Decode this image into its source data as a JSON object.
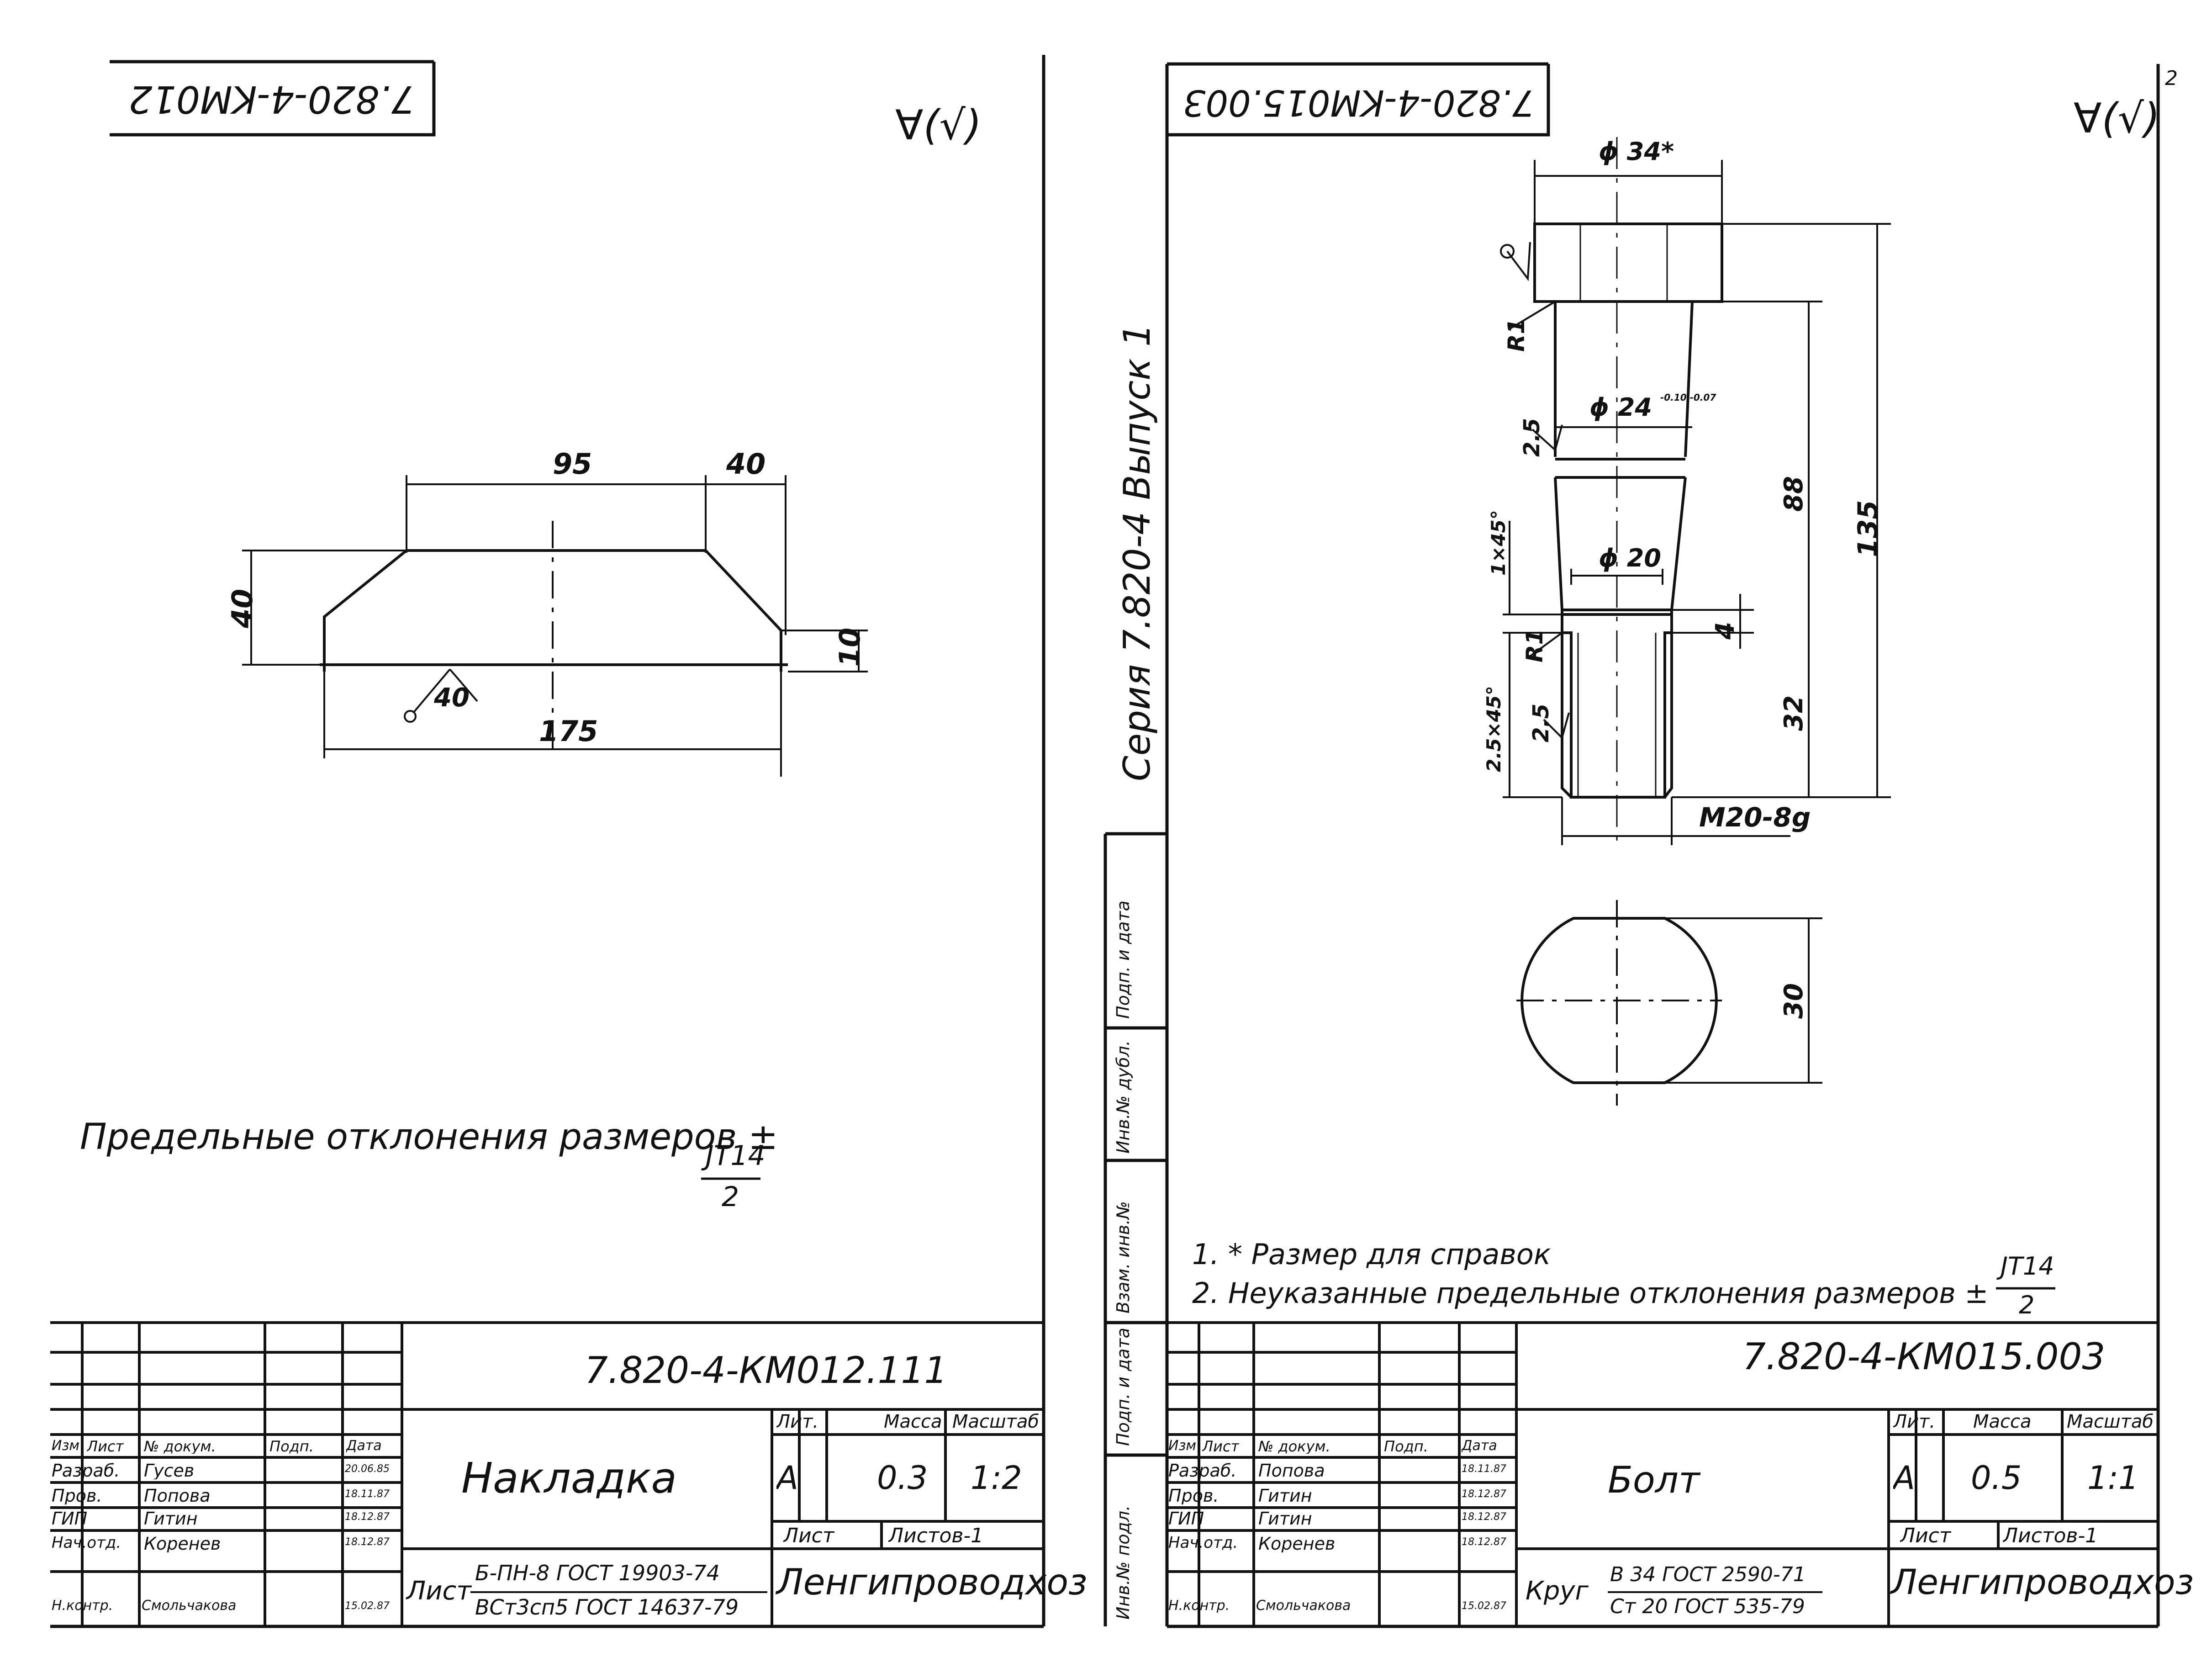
{
  "left_sheet": {
    "stamp_code_rotated": "7.820-4-KM012",
    "roughness_mark": "∀(√)",
    "dims": {
      "top_width": "95",
      "chamfer": "40",
      "height": "40",
      "edge_height": "10",
      "bottom_width": "175",
      "bevel_angle": "40"
    },
    "note": "Предельные отклонения размеров ±",
    "note_frac_top": "JT14",
    "note_frac_bottom": "2",
    "title_block": {
      "doc_code": "7.820-4-КМ012.111",
      "part_name": "Накладка",
      "lit_header": "Лит.",
      "mass_header": "Масса",
      "scale_header": "Масштаб",
      "lit_value": "А",
      "mass_value": "0.3",
      "scale_value": "1:2",
      "sheet_label": "Лист",
      "sheets_label": "Листов-1",
      "org": "Ленгипроводхоз",
      "material_prefix": "Лист",
      "material_line1": "Б-ПН-8 ГОСТ 19903-74",
      "material_line2": "ВСт3сп5 ГОСТ 14637-79",
      "hdr_izm": "Изм",
      "hdr_list": "Лист",
      "hdr_ndok": "№ докум.",
      "hdr_podp": "Подп.",
      "hdr_data": "Дата",
      "rows": [
        {
          "role": "Разраб.",
          "name": "Гусев",
          "date": "20.06.85"
        },
        {
          "role": "Пров.",
          "name": "Попова",
          "date": "18.11.87"
        },
        {
          "role": "ГИП",
          "name": "Гитин",
          "date": "18.12.87"
        },
        {
          "role": "Нач.отд.",
          "name": "Коренев",
          "date": "18.12.87"
        },
        {
          "role": "Н.контр.",
          "name": "Смольчакова",
          "date": "15.02.87"
        }
      ]
    }
  },
  "right_sheet": {
    "stamp_code_rotated": "7.820-4-KM015.003",
    "roughness_mark": "∀(√)",
    "page_no": "2",
    "series_text": "Серия 7.820-4   Выпуск 1",
    "side_labels": [
      "Подп. и дата",
      "Инв.№ дубл.",
      "Взам. инв.№",
      "Подп. и дата",
      "Инв.№ подл."
    ],
    "dims": {
      "head_dia": "ϕ 34*",
      "shank_dia": "ϕ 24",
      "shank_tol": "-0.10 -0.07",
      "radius1": "R1",
      "roughness1": "2.5",
      "chamfer1": "1×45°",
      "neck_dia": "ϕ 20",
      "radius2": "R1",
      "roughness2": "2.5",
      "chamfer2": "2.5×45°",
      "groove": "4",
      "len_shank": "88",
      "len_total": "135",
      "len_thread": "32",
      "thread": "М20-8g",
      "flat": "30"
    },
    "notes": [
      "1. * Размер для справок",
      "2. Неуказанные предельные отклонения размеров ±"
    ],
    "note_frac_top": "JT14",
    "note_frac_bottom": "2",
    "title_block": {
      "doc_code": "7.820-4-КМ015.003",
      "part_name": "Болт",
      "lit_header": "Лит.",
      "mass_header": "Масса",
      "scale_header": "Масштаб",
      "lit_value": "А",
      "mass_value": "0.5",
      "scale_value": "1:1",
      "sheet_label": "Лист",
      "sheets_label": "Листов-1",
      "org": "Ленгипроводхоз",
      "material_prefix": "Круг",
      "material_line1": "В 34 ГОСТ 2590-71",
      "material_line2": "Ст 20 ГОСТ 535-79",
      "hdr_izm": "Изм",
      "hdr_list": "Лист",
      "hdr_ndok": "№ докум.",
      "hdr_podp": "Подп.",
      "hdr_data": "Дата",
      "rows": [
        {
          "role": "Разраб.",
          "name": "Попова",
          "date": "18.11.87"
        },
        {
          "role": "Пров.",
          "name": "Гитин",
          "date": "18.12.87"
        },
        {
          "role": "ГИП",
          "name": "Гитин",
          "date": "18.12.87"
        },
        {
          "role": "Нач.отд.",
          "name": "Коренев",
          "date": "18.12.87"
        },
        {
          "role": "Н.контр.",
          "name": "Смольчакова",
          "date": "15.02.87"
        }
      ]
    }
  }
}
